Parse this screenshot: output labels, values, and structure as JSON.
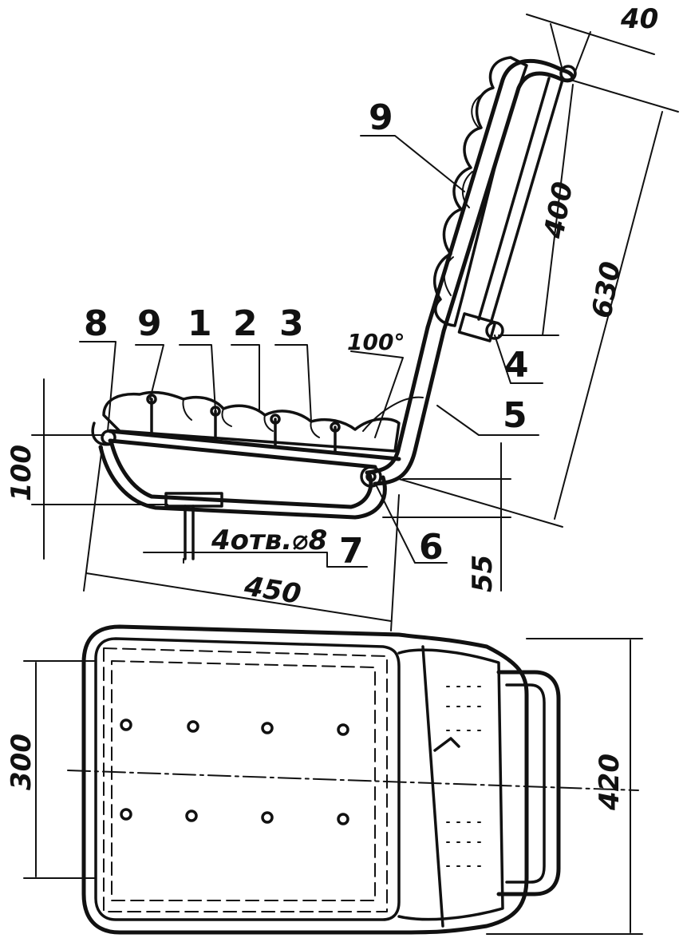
{
  "colors": {
    "ink": "#111111",
    "paper": "#ffffff",
    "foam": "#d8d8d8"
  },
  "callouts": {
    "c1": "1",
    "c2": "2",
    "c3": "3",
    "c4": "4",
    "c5": "5",
    "c6": "6",
    "c7": "7",
    "c8": "8",
    "c9_seat": "9",
    "c9_back": "9"
  },
  "dimensions": {
    "tube_width": "40",
    "back_cushion": "400",
    "back_height": "630",
    "angle": "100°",
    "seat_thickness": "100",
    "holes": "4отв.⌀8",
    "seat_depth": "450",
    "seat_drop": "55",
    "plan_width_inner": "300",
    "plan_width_outer": "420"
  }
}
